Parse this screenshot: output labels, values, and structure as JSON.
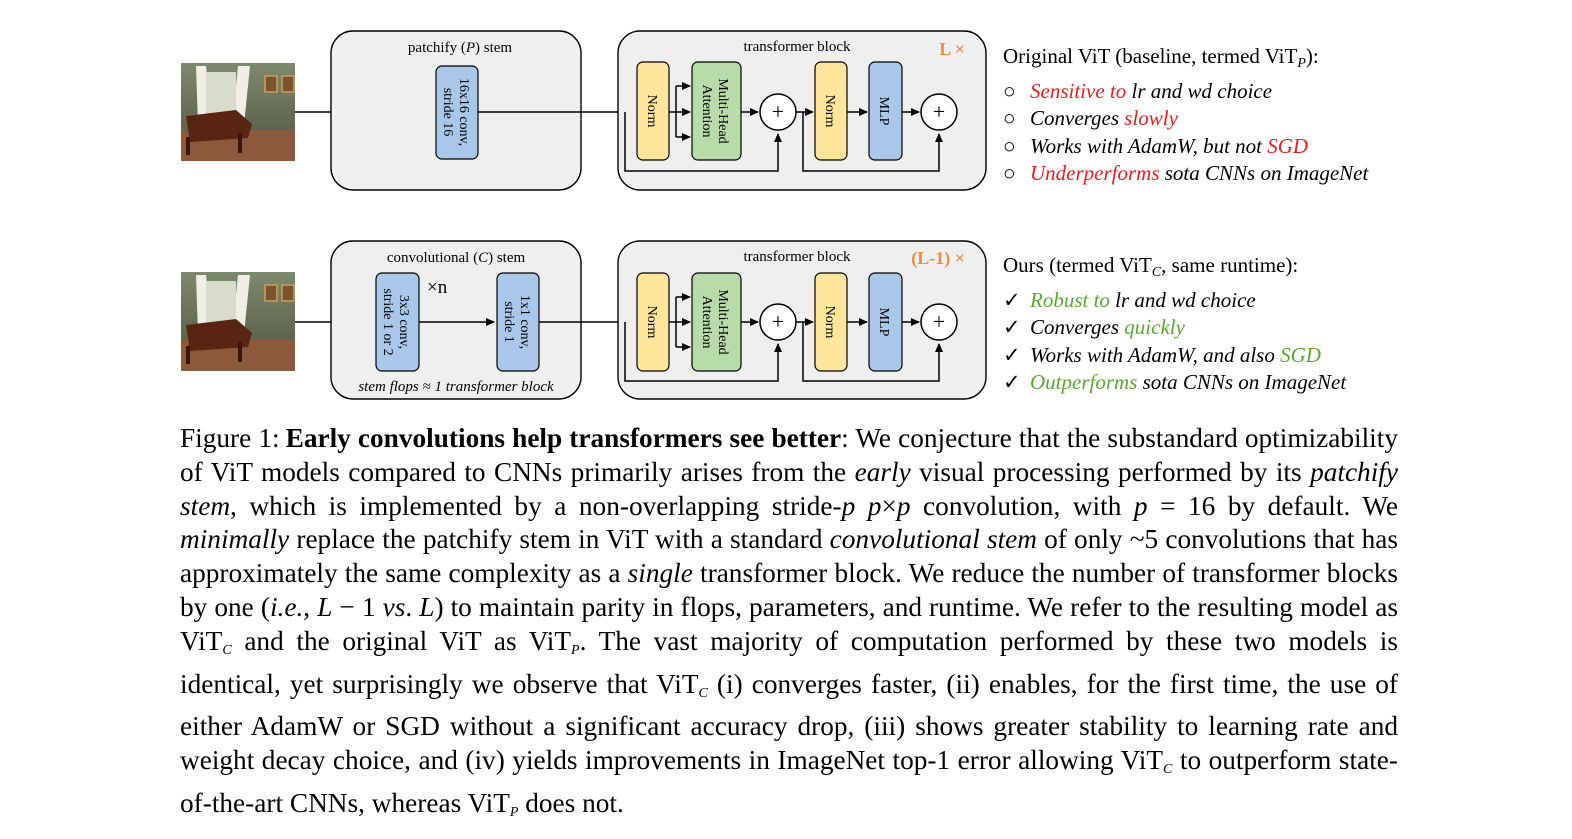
{
  "diagram": {
    "top_row": {
      "stem_title": "patchify (",
      "stem_title_var": "P",
      "stem_title_end": ") stem",
      "conv_label_1": "16x16 conv,",
      "conv_label_2": "stride 16",
      "block_title": "transformer block",
      "repeat_label": "L ×",
      "norm_1": "Norm",
      "attn_1": "Multi-Head",
      "attn_2": "Attention",
      "norm_2": "Norm",
      "mlp": "MLP",
      "plus": "+"
    },
    "bottom_row": {
      "stem_title": "convolutional (",
      "stem_title_var": "C",
      "stem_title_end": ") stem",
      "conv3_label_1": "3x3 conv,",
      "conv3_label_2": "stride 1 or 2",
      "times_n": "×n",
      "conv1_label_1": "1x1 conv,",
      "conv1_label_2": "stride 1",
      "stem_note": "stem flops ≈ 1 transformer block",
      "block_title": "transformer block",
      "repeat_label": "(L-1) ×",
      "norm_1": "Norm",
      "attn_1": "Multi-Head",
      "attn_2": "Attention",
      "norm_2": "Norm",
      "mlp": "MLP",
      "plus": "+"
    },
    "colors": {
      "stem_bg": "#efefef",
      "conv_fill": "#a9c7e8",
      "norm_fill": "#fde69a",
      "attn_fill": "#b7dcaa",
      "mlp_fill": "#a9c7e8",
      "repeat_color": "#f08a3c"
    }
  },
  "baseline": {
    "title_a": "Original ViT (baseline, termed ViT",
    "title_sub": "P",
    "title_b": "):",
    "marker": "○",
    "items": [
      {
        "hl": "Sensitive to",
        "rest": " lr and wd choice"
      },
      {
        "pre": "Converges ",
        "hl": "slowly"
      },
      {
        "pre": "Works with AdamW, but not ",
        "hl": "SGD"
      },
      {
        "hl": "Underperforms",
        "rest": " sota CNNs on ImageNet"
      }
    ]
  },
  "ours": {
    "title_a": "Ours (termed ViT",
    "title_sub": "C",
    "title_b": ", same runtime):",
    "marker": "✓",
    "items": [
      {
        "hl": "Robust to",
        "rest": " lr and wd choice"
      },
      {
        "pre": "Converges ",
        "hl": "quickly"
      },
      {
        "pre": "Works with AdamW, and also ",
        "hl": "SGD"
      },
      {
        "hl": "Outperforms",
        "rest": " sota CNNs on ImageNet"
      }
    ]
  },
  "caption": {
    "label": "Figure 1:",
    "bold": "Early convolutions help transformers see better",
    "t1": ": We conjecture that the substandard optimizability of ViT models compared to CNNs primarily arises from the ",
    "i1": "early",
    "t2": " visual processing performed by its ",
    "i2": "patchify stem",
    "t3": ", which is implemented by a non-overlapping stride-",
    "i3": "p p",
    "t4": "×",
    "i4": "p",
    "t5": " convolution, with ",
    "i5": "p",
    "t6": " = 16 by default. We ",
    "i6": "minimally",
    "t7": " replace the patchify stem in ViT with a standard ",
    "i7": "convolutional stem",
    "t8": " of only ~5 convolutions that has approximately the same complexity as a ",
    "i8": "single",
    "t9": " transformer block.  We reduce the number of transformer blocks by one (",
    "i9": "i.e.",
    "t10": ", ",
    "i10": "L",
    "t11": " − 1 ",
    "i11": "vs",
    "t12": ". ",
    "i12": "L",
    "t13": ") to maintain parity in flops, parameters, and runtime. We refer to the resulting model as ViT",
    "s1": "C",
    "t14": " and the original ViT as ViT",
    "s2": "P",
    "t15": ". The vast majority of computation performed by these two models is identical, yet surprisingly we observe that ViT",
    "s3": "C",
    "t16": " (i) converges faster, (ii) enables, for the first time, the use of either AdamW or SGD without a significant accuracy drop, (iii) shows greater stability to learning rate and weight decay choice, and (iv) yields improvements in ImageNet top-1 error allowing ViT",
    "s4": "C",
    "t17": " to outperform state-of-the-art CNNs, whereas ViT",
    "s5": "P",
    "t18": " does not."
  }
}
